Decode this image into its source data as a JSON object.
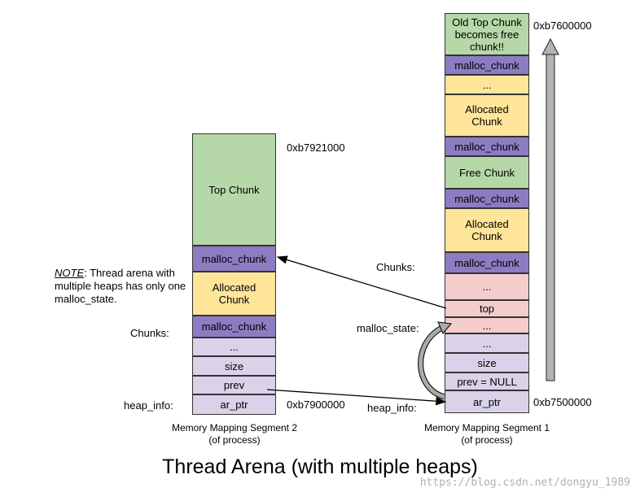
{
  "title": "Thread Arena (with multiple heaps)",
  "watermark": "https://blog.csdn.net/dongyu_1989",
  "note": {
    "prefix": "NOTE",
    "text": ": Thread arena with multiple heaps has only one malloc_state."
  },
  "segment2": {
    "caption_line1": "Memory Mapping Segment 2",
    "caption_line2": "(of process)",
    "addr_top": "0xb7921000",
    "addr_bottom": "0xb7900000",
    "label_chunks": "Chunks:",
    "label_heap_info": "heap_info:",
    "blocks": [
      "Top Chunk",
      "malloc_chunk",
      "Allocated Chunk",
      "malloc_chunk",
      "...",
      "size",
      "prev",
      "ar_ptr"
    ]
  },
  "segment1": {
    "caption_line1": "Memory Mapping Segment 1",
    "caption_line2": "(of process)",
    "addr_top": "0xb7600000",
    "addr_bottom": "0xb7500000",
    "label_chunks": "Chunks:",
    "label_malloc_state": "malloc_state:",
    "label_heap_info": "heap_info:",
    "blocks": [
      "Old Top Chunk becomes free chunk!!",
      "malloc_chunk",
      "...",
      "Allocated Chunk",
      "malloc_chunk",
      "Free Chunk",
      "malloc_chunk",
      "Allocated Chunk",
      "malloc_chunk",
      "...",
      "top",
      "...",
      "...",
      "size",
      "prev = NULL",
      "ar_ptr"
    ]
  }
}
